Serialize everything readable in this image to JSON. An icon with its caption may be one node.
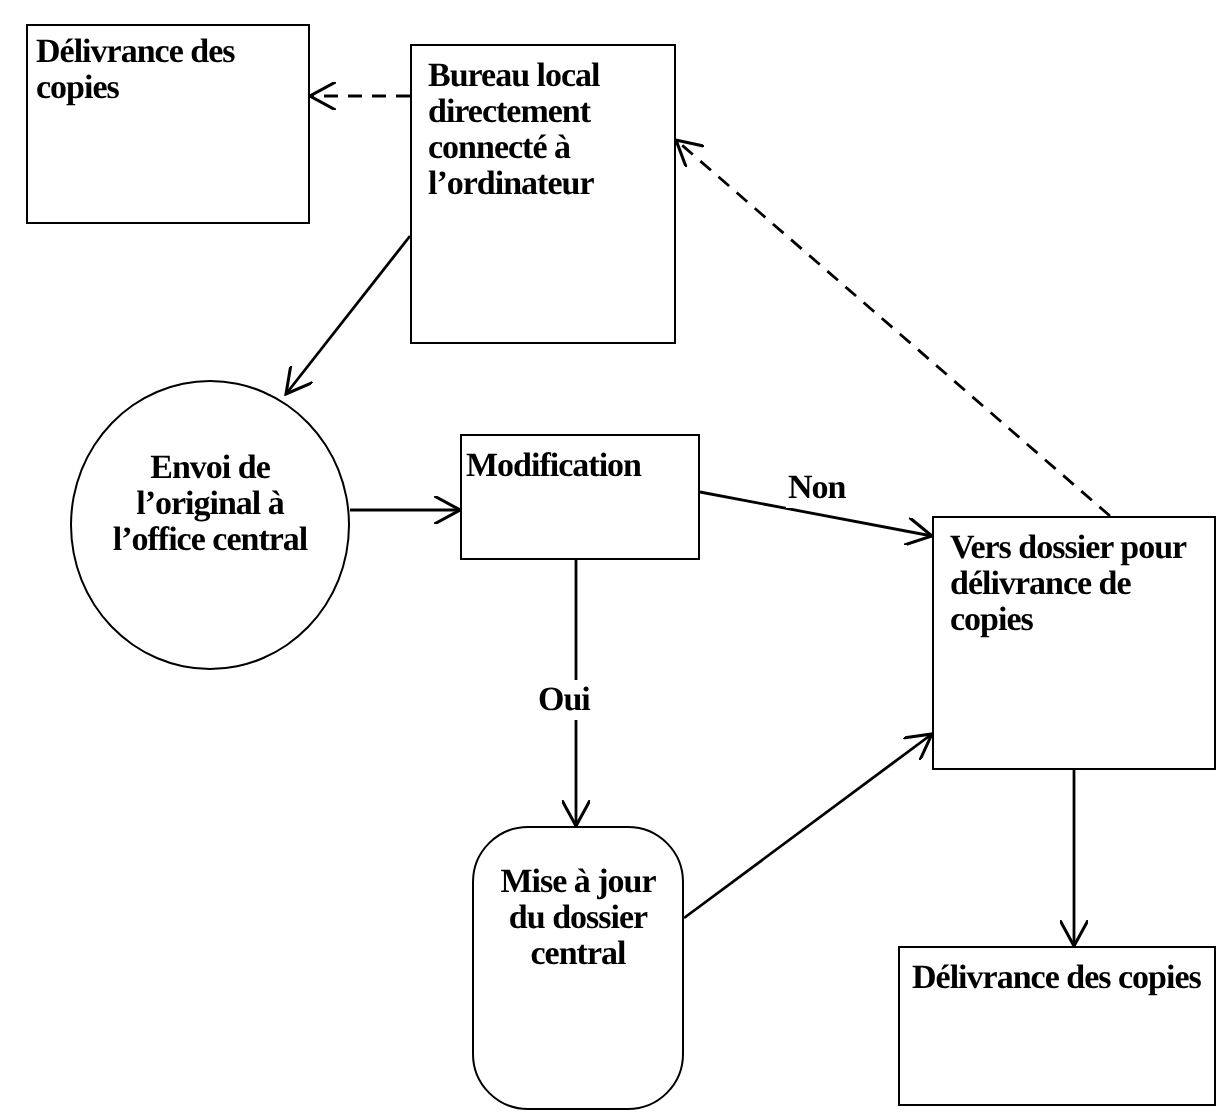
{
  "diagram": {
    "nodes": [
      {
        "text": [
          "Délivrance des copies"
        ]
      },
      {
        "text": [
          "Bureau local directement connecté à l’ordinateur"
        ]
      },
      {
        "text": [
          "Envoi de l’original à l’office central"
        ]
      },
      {
        "text": [
          "Modification"
        ]
      },
      {
        "text": [
          "Vers dossier pour délivrance de copies"
        ]
      },
      {
        "text": [
          "Mise à jour du dossier central"
        ]
      },
      {
        "text": [
          "Délivrance des copies"
        ]
      }
    ],
    "edges": [
      {
        "from": 1,
        "to": 0,
        "arrow": "to",
        "style": "dashed"
      },
      {
        "from": 1,
        "to": 2,
        "arrow": "to"
      },
      {
        "from": 2,
        "to": 3,
        "arrow": "to"
      },
      {
        "from": 3,
        "to": 4,
        "arrow": "to",
        "label": "Non"
      },
      {
        "from": 3,
        "to": 5,
        "arrow": "to",
        "label": "Oui"
      },
      {
        "from": 5,
        "to": 4,
        "arrow": "to"
      },
      {
        "from": 4,
        "to": 1,
        "arrow": "to",
        "style": "dashed"
      },
      {
        "from": 4,
        "to": 6,
        "arrow": "to"
      }
    ]
  }
}
